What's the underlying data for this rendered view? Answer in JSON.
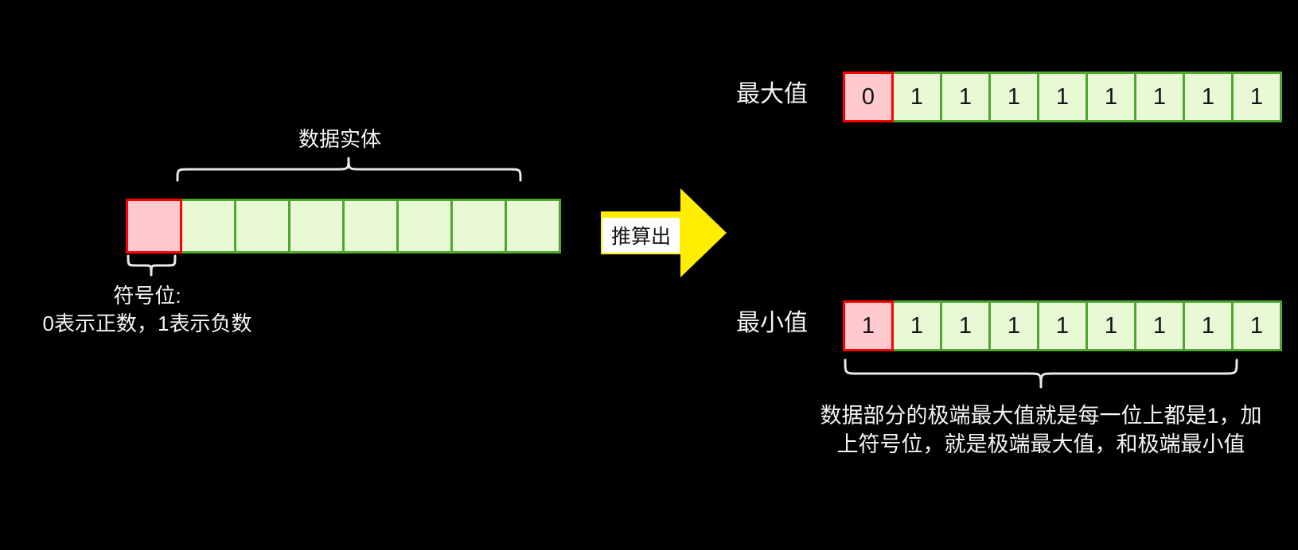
{
  "colors": {
    "background": "#000000",
    "sign_fill": "#ffc9ce",
    "sign_border": "#ff0000",
    "bit_fill": "#e9f8d5",
    "bit_border": "#4ea72e",
    "brace_stroke": "#e8e8e8",
    "arrow_fill": "#ffee00",
    "arrow_label_bg": "#ffffff",
    "arrow_label_text": "#111111",
    "label_text": "#f5f5f5",
    "cell_text": "#111111"
  },
  "left_diagram": {
    "data_brace_label": "数据实体",
    "sign_note_title": "符号位:",
    "sign_note_body": "0表示正数，1表示负数"
  },
  "arrow": {
    "label": "推算出"
  },
  "max_row": {
    "label": "最大值",
    "sign_bit": "0",
    "data_bits": [
      "1",
      "1",
      "1",
      "1",
      "1",
      "1",
      "1",
      "1"
    ]
  },
  "min_row": {
    "label": "最小值",
    "sign_bit": "1",
    "data_bits": [
      "1",
      "1",
      "1",
      "1",
      "1",
      "1",
      "1",
      "1"
    ]
  },
  "caption": {
    "line1": "数据部分的极端最大值就是每一位上都是1，加",
    "line2": "上符号位，就是极端最大值，和极端最小值"
  }
}
